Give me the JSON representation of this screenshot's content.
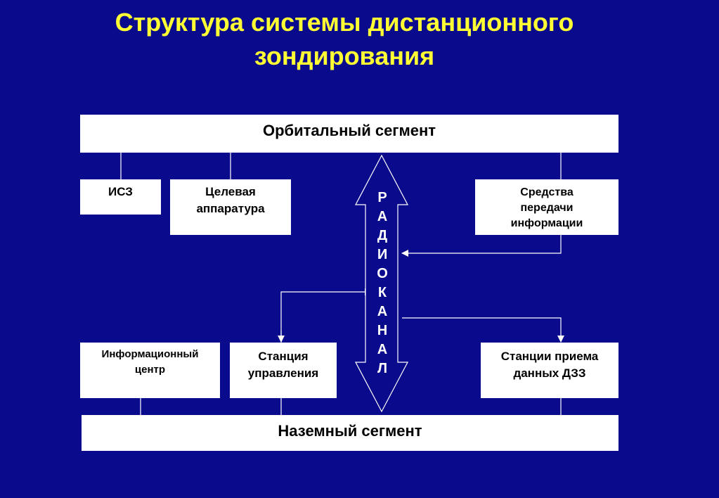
{
  "title_line1": "Структура системы дистанционного",
  "title_line2": "зондирования",
  "orbital_segment": "Орбитальный сегмент",
  "ground_segment": "Наземный сегмент",
  "boxes": {
    "isz": "ИСЗ",
    "payload_line1": "Целевая",
    "payload_line2": "аппаратура",
    "transmission_line1": "Средства",
    "transmission_line2": "передачи",
    "transmission_line3": "информации",
    "info_center_line1": "Информационный",
    "info_center_line2": "центр",
    "control_line1": "Станция",
    "control_line2": "управления",
    "receiving_line1": "Станции приема",
    "receiving_line2": "данных ДЗЗ"
  },
  "radio_channel_letters": [
    "Р",
    "А",
    "Д",
    "И",
    "О",
    "К",
    "А",
    "Н",
    "А",
    "Л"
  ],
  "colors": {
    "background": "#0a0a8c",
    "title": "#ffff33",
    "box_fill": "#ffffff",
    "lines": "#ffffff"
  }
}
